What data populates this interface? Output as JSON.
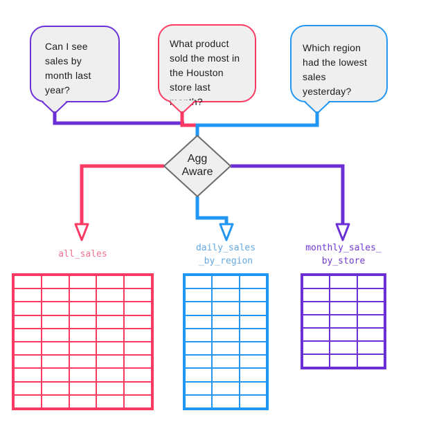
{
  "colors": {
    "purple": "#6B2FD6",
    "pink": "#FB3A63",
    "blue": "#2196F3",
    "bubble_fill": "#F0EFEF",
    "diamond_fill": "#F0EFEF",
    "diamond_border": "#6B6B6B",
    "arrow_fill": "#FFFFFF"
  },
  "bubbles": [
    {
      "text": "Can I see sales by month last year?",
      "accent": "#6B2FD6"
    },
    {
      "text": "What product sold the most in the Houston store last month?",
      "accent": "#FB3A63"
    },
    {
      "text": "Which region had the lowest sales yesterday?",
      "accent": "#2196F3"
    }
  ],
  "decision": {
    "label_line1": "Agg",
    "label_line2": "Aware"
  },
  "tables": [
    {
      "name": "all_sales",
      "label_lines": [
        "all_sales"
      ],
      "color": "#FB3A63",
      "label_color": "#F2728F",
      "rows": 10,
      "cols": 5
    },
    {
      "name": "daily_sales_by_region",
      "label_lines": [
        "daily_sales",
        "_by_region"
      ],
      "color": "#2196F3",
      "label_color": "#64A9E4",
      "rows": 10,
      "cols": 3
    },
    {
      "name": "monthly_sales_by_store",
      "label_lines": [
        "monthly_sales_",
        "by_store"
      ],
      "color": "#6B2FD6",
      "label_color": "#6F3BD4",
      "rows": 7,
      "cols": 3
    }
  ]
}
